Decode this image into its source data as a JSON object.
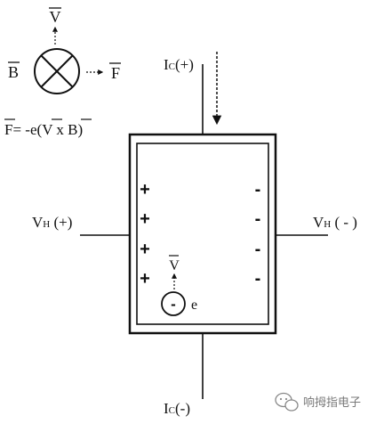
{
  "vectors": {
    "velocity": "V",
    "field": "B",
    "force": "F"
  },
  "equation": {
    "lhs": "F",
    "rhs_prefix": "= -e(",
    "v": "V",
    "cross": " x ",
    "b": "B",
    "rhs_suffix": ")"
  },
  "terminals": {
    "current_top": {
      "symbol": "I",
      "sub": "C",
      "polarity": "(+)"
    },
    "current_bottom": {
      "symbol": "I",
      "sub": "C",
      "polarity": "(-)"
    },
    "hall_left": {
      "symbol": "V",
      "sub": "H",
      "polarity": " (+)"
    },
    "hall_right": {
      "symbol": "V",
      "sub": "H",
      "polarity": " ( - )"
    }
  },
  "plate": {
    "left_signs": [
      "+",
      "+",
      "+",
      "+"
    ],
    "right_signs": [
      "-",
      "-",
      "-",
      "-"
    ]
  },
  "electron": {
    "sign": "-",
    "label": "e",
    "velocity": "V"
  },
  "watermark": {
    "text": "响拇指电子",
    "icon": "wechat-icon"
  },
  "colors": {
    "stroke": "#111111",
    "background": "#ffffff",
    "watermark": "#7a7a7a"
  }
}
